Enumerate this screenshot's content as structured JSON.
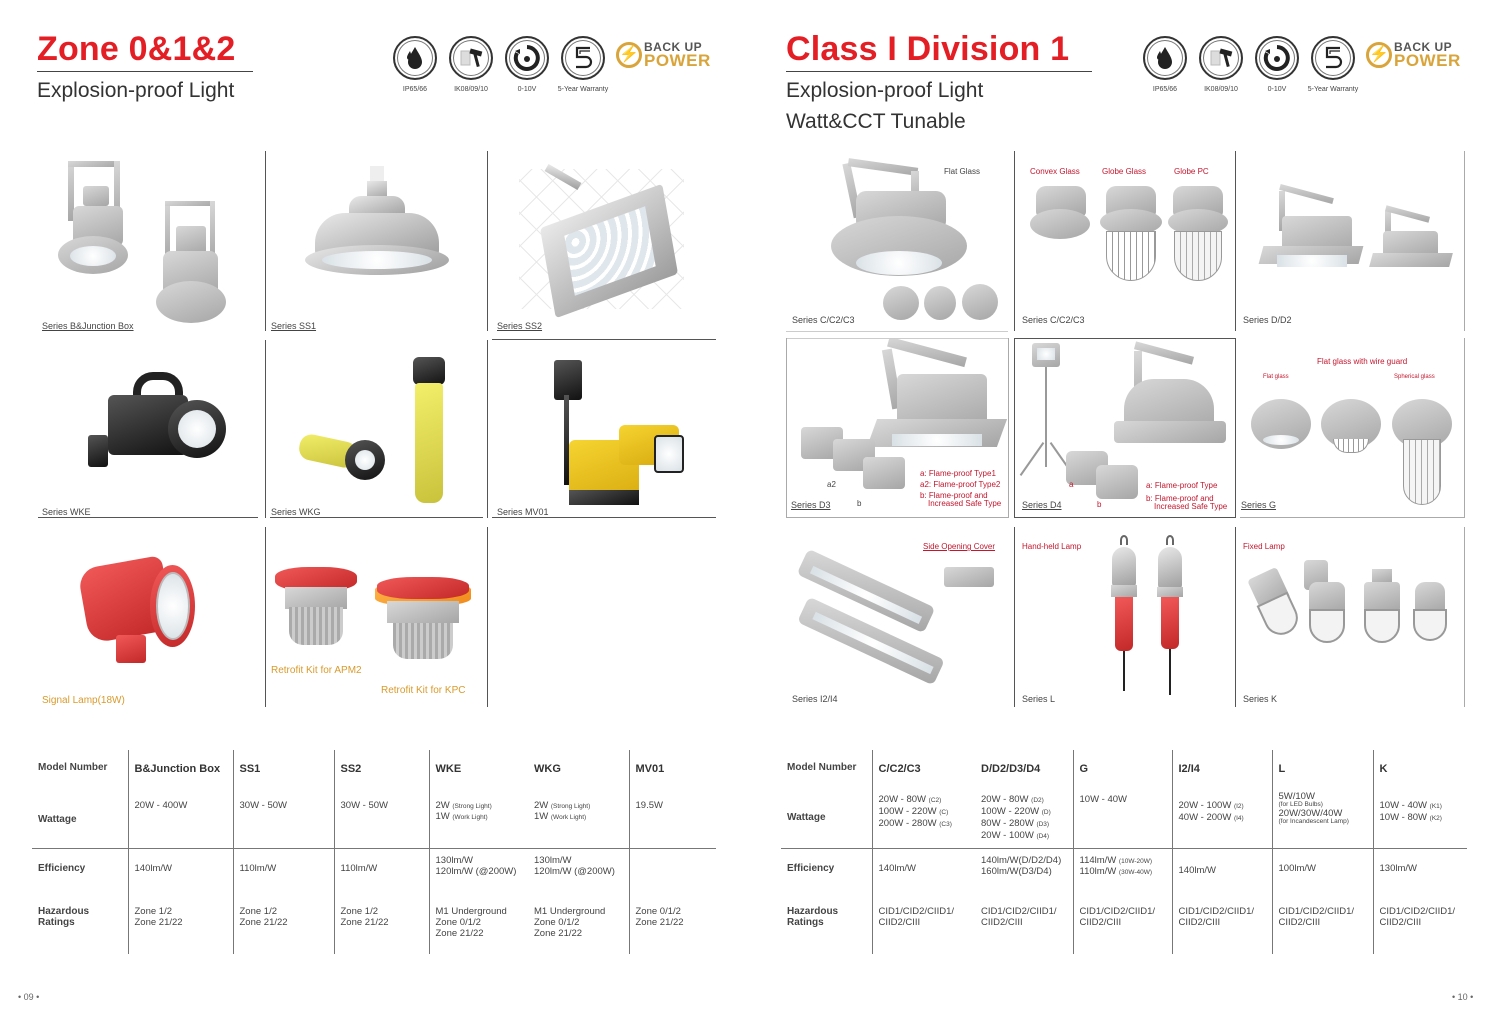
{
  "left_page": {
    "title": "Zone 0&1&2",
    "subtitle": "Explosion-proof Light",
    "certifications": [
      {
        "icon": "water-drop-icon",
        "label": "IP65/66"
      },
      {
        "icon": "hammer-icon",
        "label": "IK08/09/10"
      },
      {
        "icon": "dimmer-dial-icon",
        "label": "0-10V"
      },
      {
        "icon": "five-year-icon",
        "label": "5-Year Warranty"
      }
    ],
    "logo": {
      "line1": "BACK UP",
      "line2": "POWER",
      "bolt": "⚡"
    },
    "products": [
      {
        "caption": "Series B&Junction Box"
      },
      {
        "caption": "Series SS1"
      },
      {
        "caption": "Series SS2"
      },
      {
        "caption": "Series WKE"
      },
      {
        "caption": "Series WKG"
      },
      {
        "caption": "Series MV01"
      },
      {
        "caption": "Signal Lamp(18W)"
      },
      {
        "caption": "Retrofit Kit for APM2",
        "caption2": "Retrofit Kit for KPC"
      }
    ],
    "table": {
      "row_headers": {
        "model": "Model Number",
        "wattage": "Wattage",
        "efficiency": "Efficiency",
        "hazardous": "Hazardous Ratings"
      },
      "columns": [
        {
          "model": "B&Junction Box",
          "wattage": [
            "20W - 400W"
          ],
          "efficiency": [
            "140lm/W"
          ],
          "hazardous": [
            "Zone 1/2",
            "Zone 21/22"
          ]
        },
        {
          "model": "SS1",
          "wattage": [
            "30W - 50W"
          ],
          "efficiency": [
            "110lm/W"
          ],
          "hazardous": [
            "Zone 1/2",
            "Zone 21/22"
          ]
        },
        {
          "model": "SS2",
          "wattage": [
            "30W - 50W"
          ],
          "efficiency": [
            "110lm/W"
          ],
          "hazardous": [
            "Zone 1/2",
            "Zone 21/22"
          ]
        },
        {
          "model": "WKE",
          "wattage": [
            {
              "v": "2W",
              "n": "(Strong Light)"
            },
            {
              "v": "1W",
              "n": "(Work Light)"
            }
          ],
          "efficiency": [
            "130lm/W",
            "120lm/W (@200W)"
          ],
          "hazardous": [
            "M1 Underground",
            "Zone 0/1/2",
            "Zone 21/22"
          ]
        },
        {
          "model": "WKG",
          "wattage": [
            {
              "v": "2W",
              "n": "(Strong Light)"
            },
            {
              "v": "1W",
              "n": "(Work Light)"
            }
          ],
          "efficiency": [
            "130lm/W",
            "120lm/W (@200W)"
          ],
          "hazardous": [
            "M1 Underground",
            "Zone 0/1/2",
            "Zone 21/22"
          ]
        },
        {
          "model": "MV01",
          "wattage": [
            "19.5W"
          ],
          "efficiency": [
            ""
          ],
          "hazardous": [
            "Zone 0/1/2",
            "Zone 21/22"
          ]
        }
      ]
    },
    "page_number": "• 09 •"
  },
  "right_page": {
    "title": "Class I Division 1",
    "subtitle": "Explosion-proof Light",
    "subtitle2": "Watt&CCT Tunable",
    "certifications": [
      {
        "icon": "water-drop-icon",
        "label": "IP65/66"
      },
      {
        "icon": "hammer-icon",
        "label": "IK08/09/10"
      },
      {
        "icon": "dimmer-dial-icon",
        "label": "0-10V"
      },
      {
        "icon": "five-year-icon",
        "label": "5-Year Warranty"
      }
    ],
    "logo": {
      "line1": "BACK UP",
      "line2": "POWER",
      "bolt": "⚡"
    },
    "products": [
      {
        "caption": "Series C/C2/C3",
        "notes": [
          "Flat Glass"
        ]
      },
      {
        "caption": "Series C/C2/C3",
        "notes": [
          "Convex Glass",
          "Globe Glass",
          "Globe PC"
        ]
      },
      {
        "caption": "Series D/D2",
        "notes": []
      },
      {
        "caption": "Series D3",
        "notes": [
          "a: Flame-proof Type1",
          "a2: Flame-proof Type2",
          "b: Flame-proof and",
          "Increased Safe Type"
        ],
        "labels": [
          "a2",
          "b"
        ]
      },
      {
        "caption": "Series D4",
        "notes": [
          "a: Flame-proof Type",
          "b: Flame-proof and",
          "Increased Safe Type"
        ],
        "labels": [
          "a",
          "b"
        ]
      },
      {
        "caption": "Series G",
        "notes": [
          "Flat glass with wire guard",
          "Flat glass",
          "Spherical glass"
        ]
      },
      {
        "caption": "Series I2/I4",
        "notes": [
          "Side Opening Cover"
        ]
      },
      {
        "caption": "Series L",
        "notes": [
          "Hand-held Lamp"
        ]
      },
      {
        "caption": "Series K",
        "notes": [
          "Fixed Lamp"
        ]
      }
    ],
    "table": {
      "row_headers": {
        "model": "Model Number",
        "wattage": "Wattage",
        "efficiency": "Efficiency",
        "hazardous": "Hazardous Ratings"
      },
      "columns": [
        {
          "model": "C/C2/C3",
          "wattage": [
            {
              "v": "20W - 80W",
              "n": "(C2)"
            },
            {
              "v": "100W - 220W",
              "n": "(C)"
            },
            {
              "v": "200W - 280W",
              "n": "(C3)"
            }
          ],
          "efficiency": [
            "140lm/W"
          ],
          "hazardous": [
            "CID1/CID2/CIID1/",
            "CIID2/CIII"
          ]
        },
        {
          "model": "D/D2/D3/D4",
          "wattage": [
            {
              "v": "20W - 80W",
              "n": "(D2)"
            },
            {
              "v": "100W - 220W",
              "n": "(D)"
            },
            {
              "v": "80W - 280W",
              "n": "(D3)"
            },
            {
              "v": "20W - 100W",
              "n": "(D4)"
            }
          ],
          "efficiency": [
            "140lm/W(D/D2/D4)",
            "160lm/W(D3/D4)"
          ],
          "hazardous": [
            "CID1/CID2/CIID1/",
            "CIID2/CIII"
          ]
        },
        {
          "model": "G",
          "wattage": [
            "10W - 40W"
          ],
          "efficiency": [
            {
              "v": "114lm/W",
              "n": "(10W-20W)"
            },
            {
              "v": "110lm/W",
              "n": "(30W-40W)"
            }
          ],
          "hazardous": [
            "CID1/CID2/CIID1/",
            "CIID2/CIII"
          ]
        },
        {
          "model": "I2/I4",
          "wattage": [
            {
              "v": "20W - 100W",
              "n": "(I2)"
            },
            {
              "v": "40W - 200W",
              "n": "(I4)"
            }
          ],
          "efficiency": [
            "140lm/W"
          ],
          "hazardous": [
            "CID1/CID2/CIID1/",
            "CIID2/CIII"
          ]
        },
        {
          "model": "L",
          "wattage": [
            {
              "v": "5W/10W",
              "n": ""
            },
            {
              "v": "",
              "n": "(for LED Bulbs)"
            },
            {
              "v": "20W/30W/40W",
              "n": ""
            },
            {
              "v": "",
              "n": "(for Incandescent Lamp)"
            }
          ],
          "efficiency": [
            "100lm/W"
          ],
          "hazardous": [
            "CID1/CID2/CIID1/",
            "CIID2/CIII"
          ]
        },
        {
          "model": "K",
          "wattage": [
            {
              "v": "10W - 40W",
              "n": "(K1)"
            },
            {
              "v": "10W - 80W",
              "n": "(K2)"
            }
          ],
          "efficiency": [
            "130lm/W"
          ],
          "hazardous": [
            "CID1/CID2/CIID1/",
            "CIID2/CIII"
          ]
        }
      ]
    },
    "page_number": "• 10 •"
  },
  "colors": {
    "title_red": "#e31e24",
    "note_red": "#c3172e",
    "caption_orange": "#d99a2b",
    "logo_gold": "#d9a43a",
    "rule": "#555555"
  }
}
